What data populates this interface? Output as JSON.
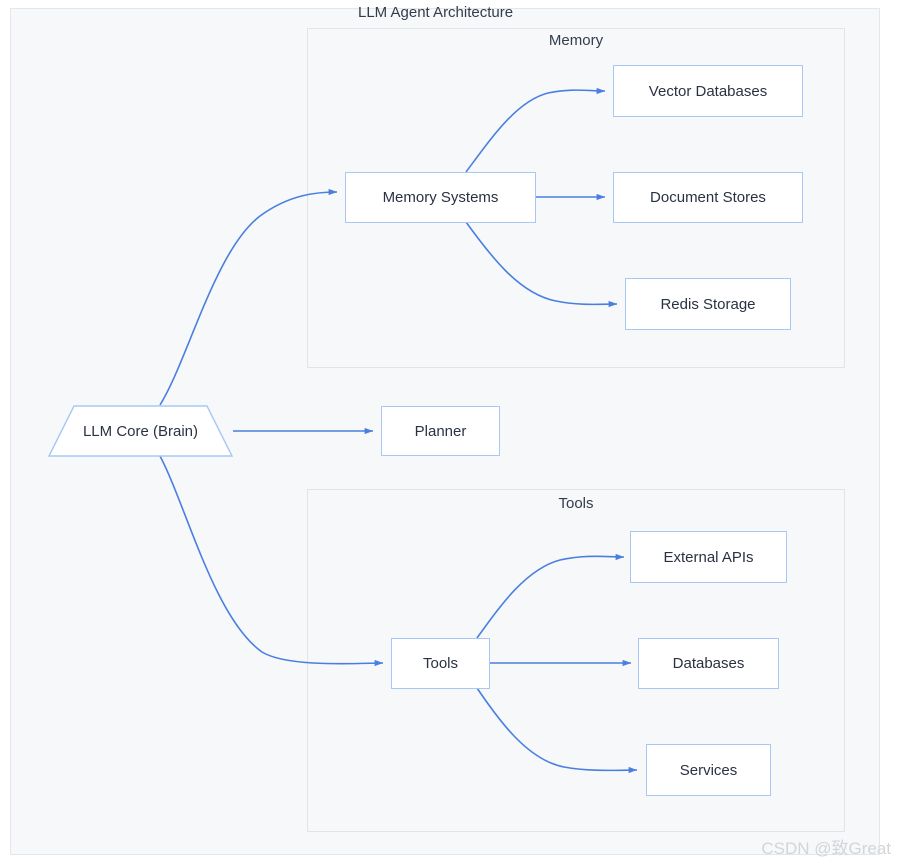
{
  "diagram": {
    "title": "LLM Agent Architecture",
    "watermark": "CSDN @致Great",
    "accent_color": "#4a7fe0",
    "node_border_color": "#a9c7f5",
    "node_fill_color": "#ffffff",
    "canvas_background": "#f6f8fa",
    "text_color": "#2a3242"
  },
  "clusters": [
    {
      "id": "memory",
      "label": "Memory"
    },
    {
      "id": "tools",
      "label": "Tools"
    }
  ],
  "nodes": [
    {
      "id": "llm-core",
      "label": "LLM Core (Brain)",
      "shape": "trapezoid"
    },
    {
      "id": "memory-systems",
      "label": "Memory Systems",
      "shape": "rect"
    },
    {
      "id": "vector-databases",
      "label": "Vector Databases",
      "shape": "rect"
    },
    {
      "id": "document-stores",
      "label": "Document Stores",
      "shape": "rect"
    },
    {
      "id": "redis-storage",
      "label": "Redis Storage",
      "shape": "rect"
    },
    {
      "id": "planner",
      "label": "Planner",
      "shape": "rect"
    },
    {
      "id": "tools",
      "label": "Tools",
      "shape": "rect"
    },
    {
      "id": "external-apis",
      "label": "External APIs",
      "shape": "rect"
    },
    {
      "id": "databases",
      "label": "Databases",
      "shape": "rect"
    },
    {
      "id": "services",
      "label": "Services",
      "shape": "rect"
    }
  ],
  "edges": [
    {
      "from": "llm-core",
      "to": "memory-systems"
    },
    {
      "from": "llm-core",
      "to": "planner"
    },
    {
      "from": "llm-core",
      "to": "tools"
    },
    {
      "from": "memory-systems",
      "to": "vector-databases"
    },
    {
      "from": "memory-systems",
      "to": "document-stores"
    },
    {
      "from": "memory-systems",
      "to": "redis-storage"
    },
    {
      "from": "tools",
      "to": "external-apis"
    },
    {
      "from": "tools",
      "to": "databases"
    },
    {
      "from": "tools",
      "to": "services"
    }
  ]
}
